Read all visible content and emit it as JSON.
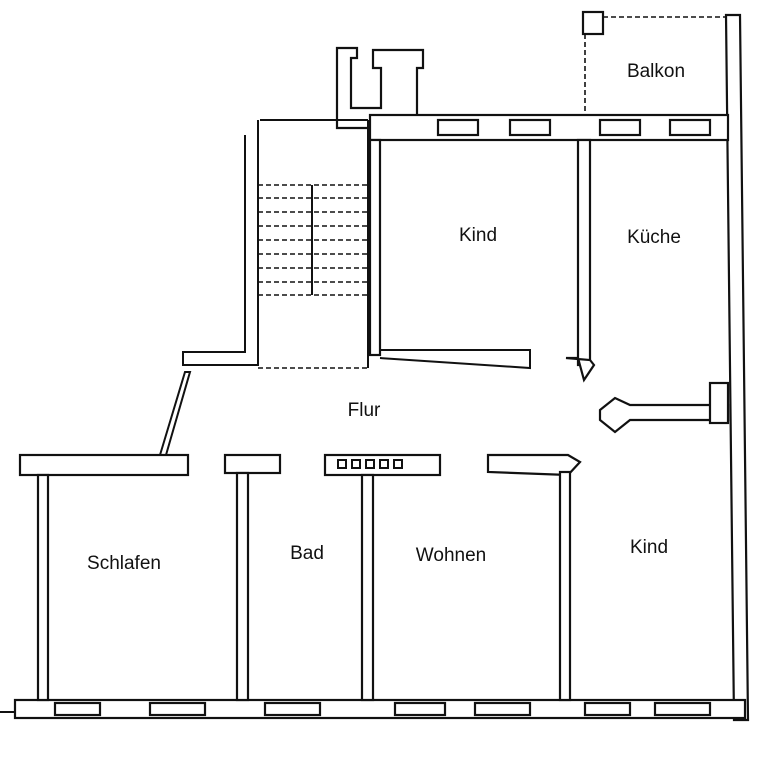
{
  "rooms": {
    "balkon": "Balkon",
    "kind_top": "Kind",
    "kueche": "Küche",
    "flur": "Flur",
    "schlafen": "Schlafen",
    "bad": "Bad",
    "wohnen": "Wohnen",
    "kind_bottom": "Kind"
  }
}
